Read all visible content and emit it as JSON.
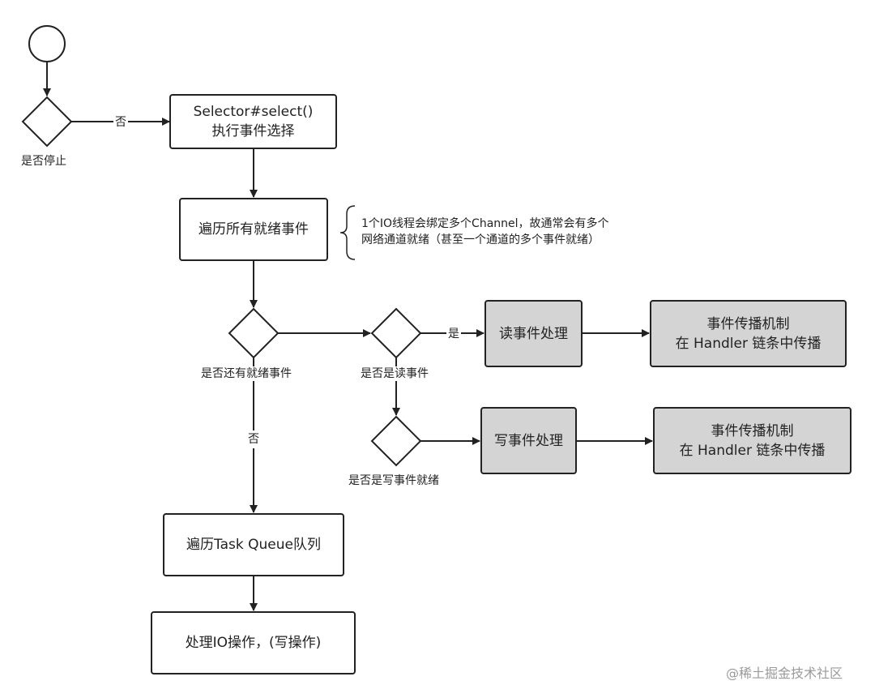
{
  "nodes": {
    "select": {
      "line1": "Selector#select()",
      "line2": "执行事件选择"
    },
    "traverse_ready": "遍历所有就绪事件",
    "read_handle": "读事件处理",
    "read_propagate": {
      "line1": "事件传播机制",
      "line2": "在 Handler 链条中传播"
    },
    "write_handle": "写事件处理",
    "write_propagate": {
      "line1": "事件传播机制",
      "line2": "在 Handler 链条中传播"
    },
    "task_queue": "遍历Task Queue队列",
    "io_ops": "处理IO操作，(写操作)"
  },
  "decisions": {
    "stop": "是否停止",
    "has_ready": "是否还有就绪事件",
    "is_read": "是否是读事件",
    "is_write": "是否是写事件就绪"
  },
  "edge_labels": {
    "stop_no": "否",
    "read_yes": "是",
    "ready_no": "否"
  },
  "note": {
    "line1": "1个IO线程会绑定多个Channel，故通常会有多个",
    "line2": "网络通道就绪（甚至一个通道的多个事件就绪）"
  },
  "watermark": "@稀土掘金技术社区"
}
